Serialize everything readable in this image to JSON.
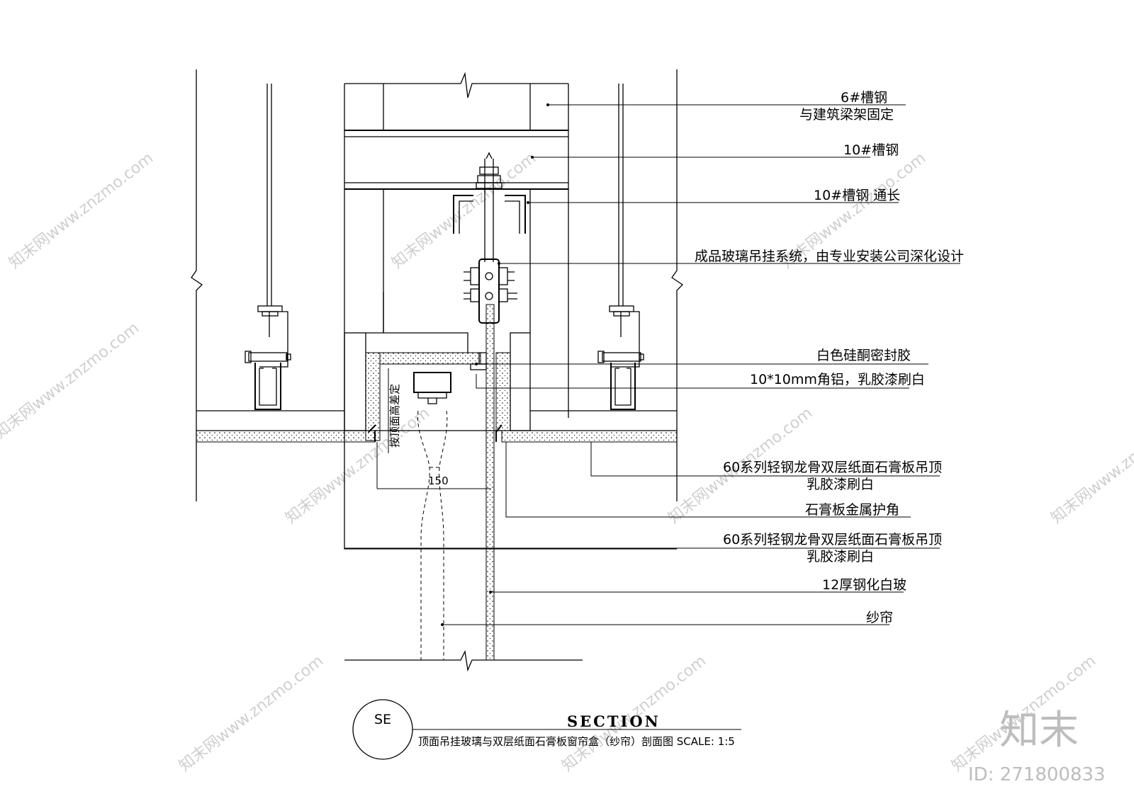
{
  "callouts": [
    {
      "id": "c1",
      "lines": [
        "6#槽钢",
        "与建筑梁架固定"
      ]
    },
    {
      "id": "c2",
      "lines": [
        "10#槽钢"
      ]
    },
    {
      "id": "c3",
      "lines": [
        "10#槽钢 通长"
      ]
    },
    {
      "id": "c4",
      "lines": [
        "成品玻璃吊挂系统，由专业安装公司深化设计"
      ]
    },
    {
      "id": "c5",
      "lines": [
        "白色硅酮密封胶"
      ]
    },
    {
      "id": "c6",
      "lines": [
        "10*10mm角铝，乳胶漆刷白"
      ]
    },
    {
      "id": "c7",
      "lines": [
        "60系列轻钢龙骨双层纸面石膏板吊顶",
        "乳胶漆刷白"
      ]
    },
    {
      "id": "c8",
      "lines": [
        "石膏板金属护角"
      ]
    },
    {
      "id": "c9",
      "lines": [
        "60系列轻钢龙骨双层纸面石膏板吊顶",
        "乳胶漆刷白"
      ]
    },
    {
      "id": "c10",
      "lines": [
        "12厚钢化白玻"
      ]
    },
    {
      "id": "c11",
      "lines": [
        "纱帘"
      ]
    }
  ],
  "dimension": {
    "value": "150",
    "vertical_note": "按顶面高差定"
  },
  "title_block": {
    "symbol": "SE",
    "heading": "SECTION",
    "caption": "顶面吊挂玻璃与双层纸面石膏板窗帘盒（纱帘）剖面图 SCALE: 1:5"
  },
  "watermark": {
    "text": "知末网www.znzmo.com",
    "logo": "知末",
    "id": "ID: 271800833"
  }
}
